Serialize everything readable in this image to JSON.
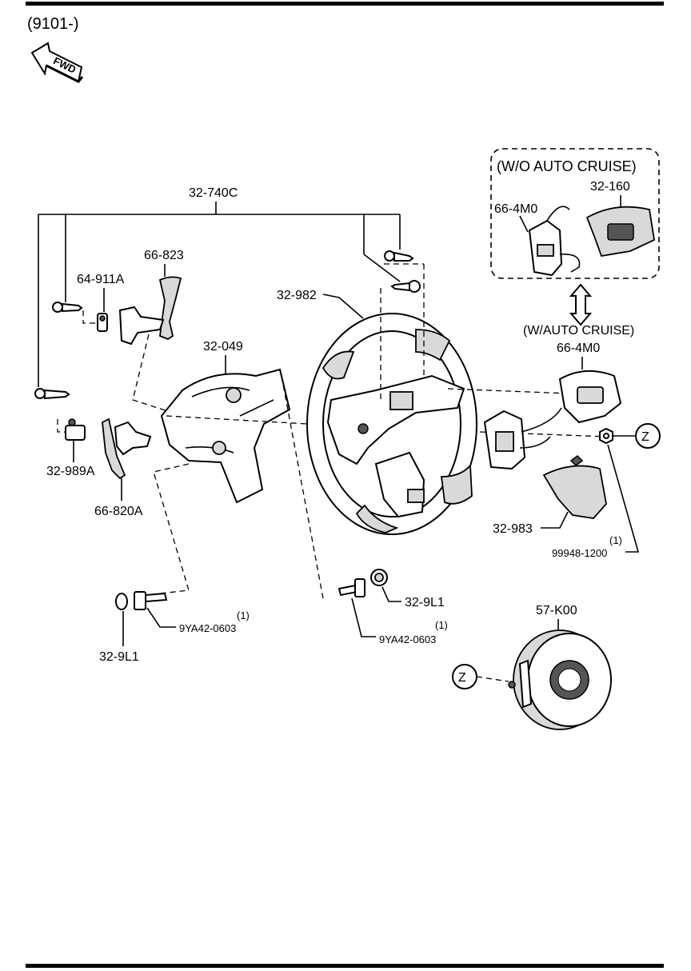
{
  "header": {
    "model_code": "(9101-)"
  },
  "fwd_arrow": {
    "label": "FWD",
    "icon": "fwd-arrow-icon"
  },
  "variant_box": {
    "title": "(W/O AUTO CRUISE)"
  },
  "variant_with": {
    "title": "(W/AUTO CRUISE)"
  },
  "labels": {
    "p32_740C": "32-740C",
    "p66_823": "66-823",
    "p64_911A": "64-911A",
    "p32_982": "32-982",
    "p32_049": "32-049",
    "p32_989A": "32-989A",
    "p66_820A": "66-820A",
    "p32_160": "32-160",
    "p66_4M0_box": "66-4M0",
    "p66_4M0": "66-4M0",
    "p32_983": "32-983",
    "p99948_1200": "99948-1200",
    "p99948_qty": "(1)",
    "p32_9L1_right": "32-9L1",
    "p9YA42_right": "9YA42-0603",
    "p9YA42_right_qty": "(1)",
    "p9YA42_left": "9YA42-0603",
    "p9YA42_left_qty": "(1)",
    "p32_9L1_left": "32-9L1",
    "p57_K00": "57-K00",
    "z_ref_right": "Z",
    "z_ref_left": "Z"
  }
}
